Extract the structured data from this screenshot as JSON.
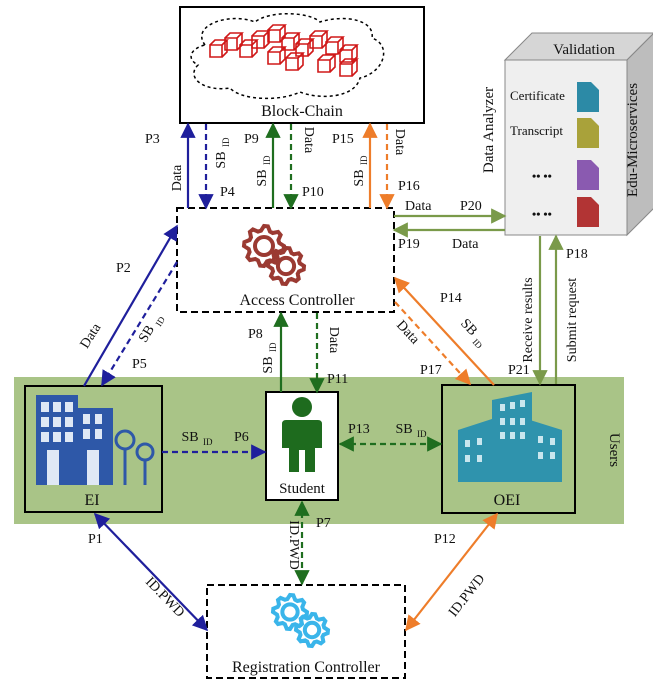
{
  "nodes": {
    "blockchain": "Block-Chain",
    "access": "Access Controller",
    "registration": "Registration Controller",
    "ei": "EI",
    "student": "Student",
    "oei": "OEI",
    "users": "Users",
    "data_analyzer": "Data Analyzer",
    "validation": "Validation",
    "edu_micro": "Edu-Microservices"
  },
  "validation_items": [
    "Certificate",
    "Transcript",
    "•• ••",
    "•• ••"
  ],
  "labels": {
    "data": "Data",
    "sb": "SB",
    "sb_sub": "ID",
    "idpwd": "ID.PWD",
    "receive": "Receive results",
    "submit": "Submit request"
  },
  "paths": [
    "P1",
    "P2",
    "P3",
    "P4",
    "P5",
    "P6",
    "P7",
    "P8",
    "P9",
    "P10",
    "P11",
    "P12",
    "P13",
    "P14",
    "P15",
    "P16",
    "P17",
    "P18",
    "P19",
    "P20",
    "P21"
  ],
  "colors": {
    "blue": "#1f1f9c",
    "green": "#1f6e1f",
    "orange": "#ee7d2a",
    "olive": "#7a9a4a",
    "users_band": "#a9c487",
    "chain": "#d01818",
    "gear_access": "#9b3a32",
    "gear_reg": "#3ab5ea",
    "building_ei": "#2e58a8",
    "building_oei": "#2f93ad",
    "student": "#1e6b1e",
    "doc_cert": "#2c8aa6",
    "doc_trans": "#a9a23a",
    "doc_3": "#8a5ab0",
    "doc_4": "#b23434"
  }
}
